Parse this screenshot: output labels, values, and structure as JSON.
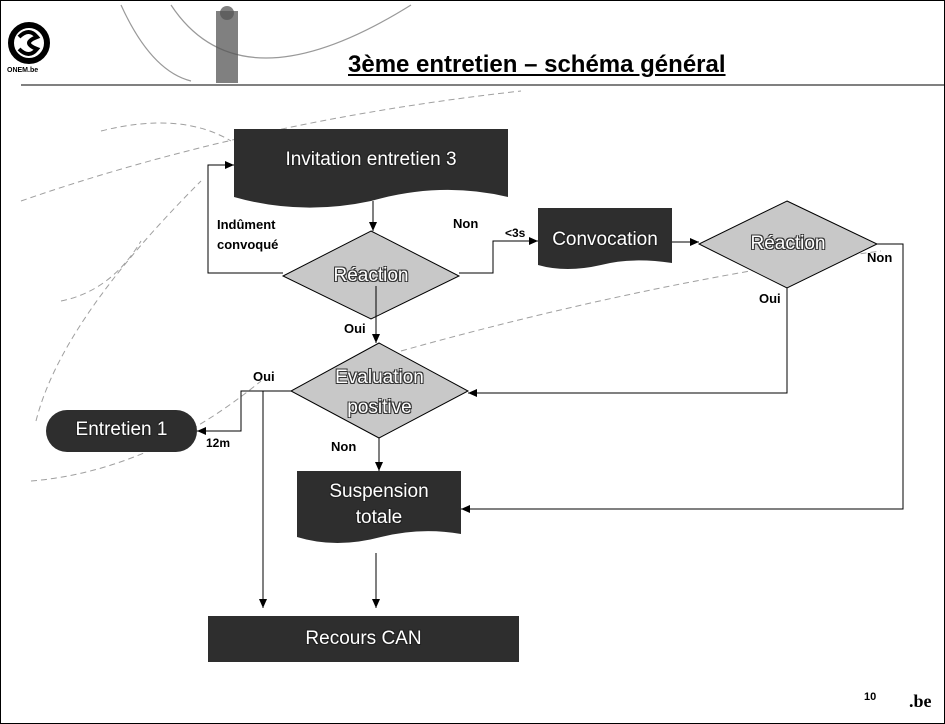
{
  "logo": {
    "text": "ONEM.be"
  },
  "title": "3ème entretien – schéma général",
  "nodes": {
    "invitation": "Invitation entretien 3",
    "reaction1": "Réaction",
    "convocation": "Convocation",
    "reaction2": "Réaction",
    "evaluation_line1": "Evaluation",
    "evaluation_line2": "positive",
    "entretien1": "Entretien 1",
    "suspension_line1": "Suspension",
    "suspension_line2": "totale",
    "recours": "Recours CAN"
  },
  "edge_labels": {
    "indument_line1": "Indûment",
    "indument_line2": "convoqué",
    "non_reaction1": "Non",
    "delay_3s": "<3s",
    "non_reaction2": "Non",
    "oui_reaction2": "Oui",
    "oui_reaction1": "Oui",
    "oui_evaluation": "Oui",
    "delay_12m": "12m",
    "non_evaluation": "Non"
  },
  "footer": {
    "page_number": "10",
    "domain": ".be"
  },
  "colors": {
    "box_fill": "#2e2e2e",
    "diamond_fill": "#c8c8c8",
    "text_fill": "#ffffff"
  }
}
